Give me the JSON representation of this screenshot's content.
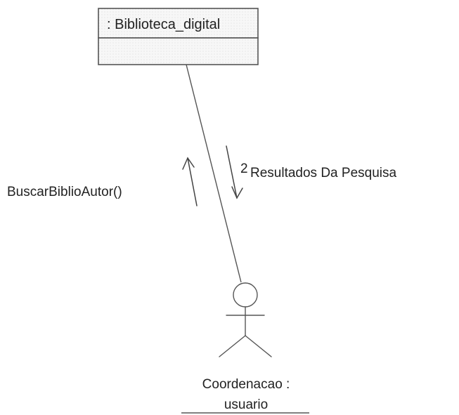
{
  "diagram": {
    "type": "uml-collaboration",
    "object": {
      "label": ": Biblioteca_digital"
    },
    "actor": {
      "label_line1": "Coordenacao :",
      "label_line2": "usuario"
    },
    "messages": [
      {
        "number": "",
        "text": "BuscarBiblioAutor()",
        "direction": "up"
      },
      {
        "number": "2",
        "text": "Resultados Da Pesquisa",
        "direction": "down"
      }
    ]
  }
}
